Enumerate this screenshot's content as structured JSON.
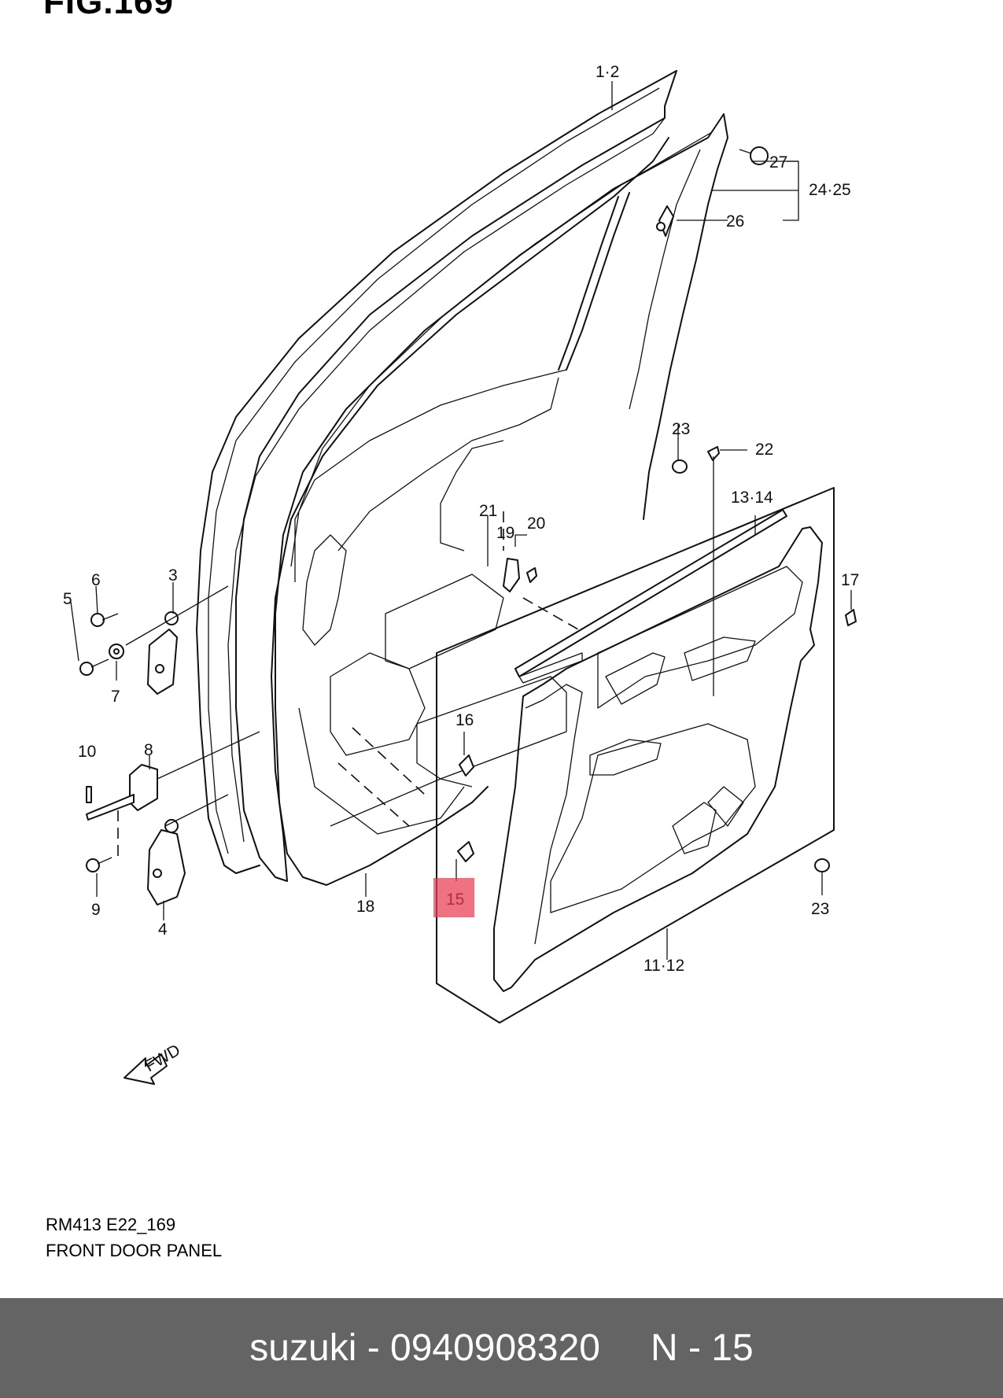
{
  "figure": {
    "heading": "FIG.169",
    "code": "RM413 E22_169",
    "title": "FRONT DOOR PANEL",
    "fwd_label": "FWD"
  },
  "callouts": {
    "c1_2": "1·2",
    "c3": "3",
    "c4": "4",
    "c5": "5",
    "c6": "6",
    "c7": "7",
    "c8": "8",
    "c9": "9",
    "c10": "10",
    "c11_12": "11·12",
    "c13_14": "13·14",
    "c15": "15",
    "c16": "16",
    "c17": "17",
    "c18": "18",
    "c19": "19",
    "c20": "20",
    "c21": "21",
    "c22": "22",
    "c23a": "23",
    "c23b": "23",
    "c24_25": "24·25",
    "c26": "26",
    "c27": "27"
  },
  "highlighted_part": "15",
  "colors": {
    "highlight": "#e83c50",
    "footer_bg": "#646464",
    "footer_text": "#ffffff"
  },
  "footer": {
    "brand_part": "suzuki - 0940908320",
    "ref": "N - 15"
  }
}
